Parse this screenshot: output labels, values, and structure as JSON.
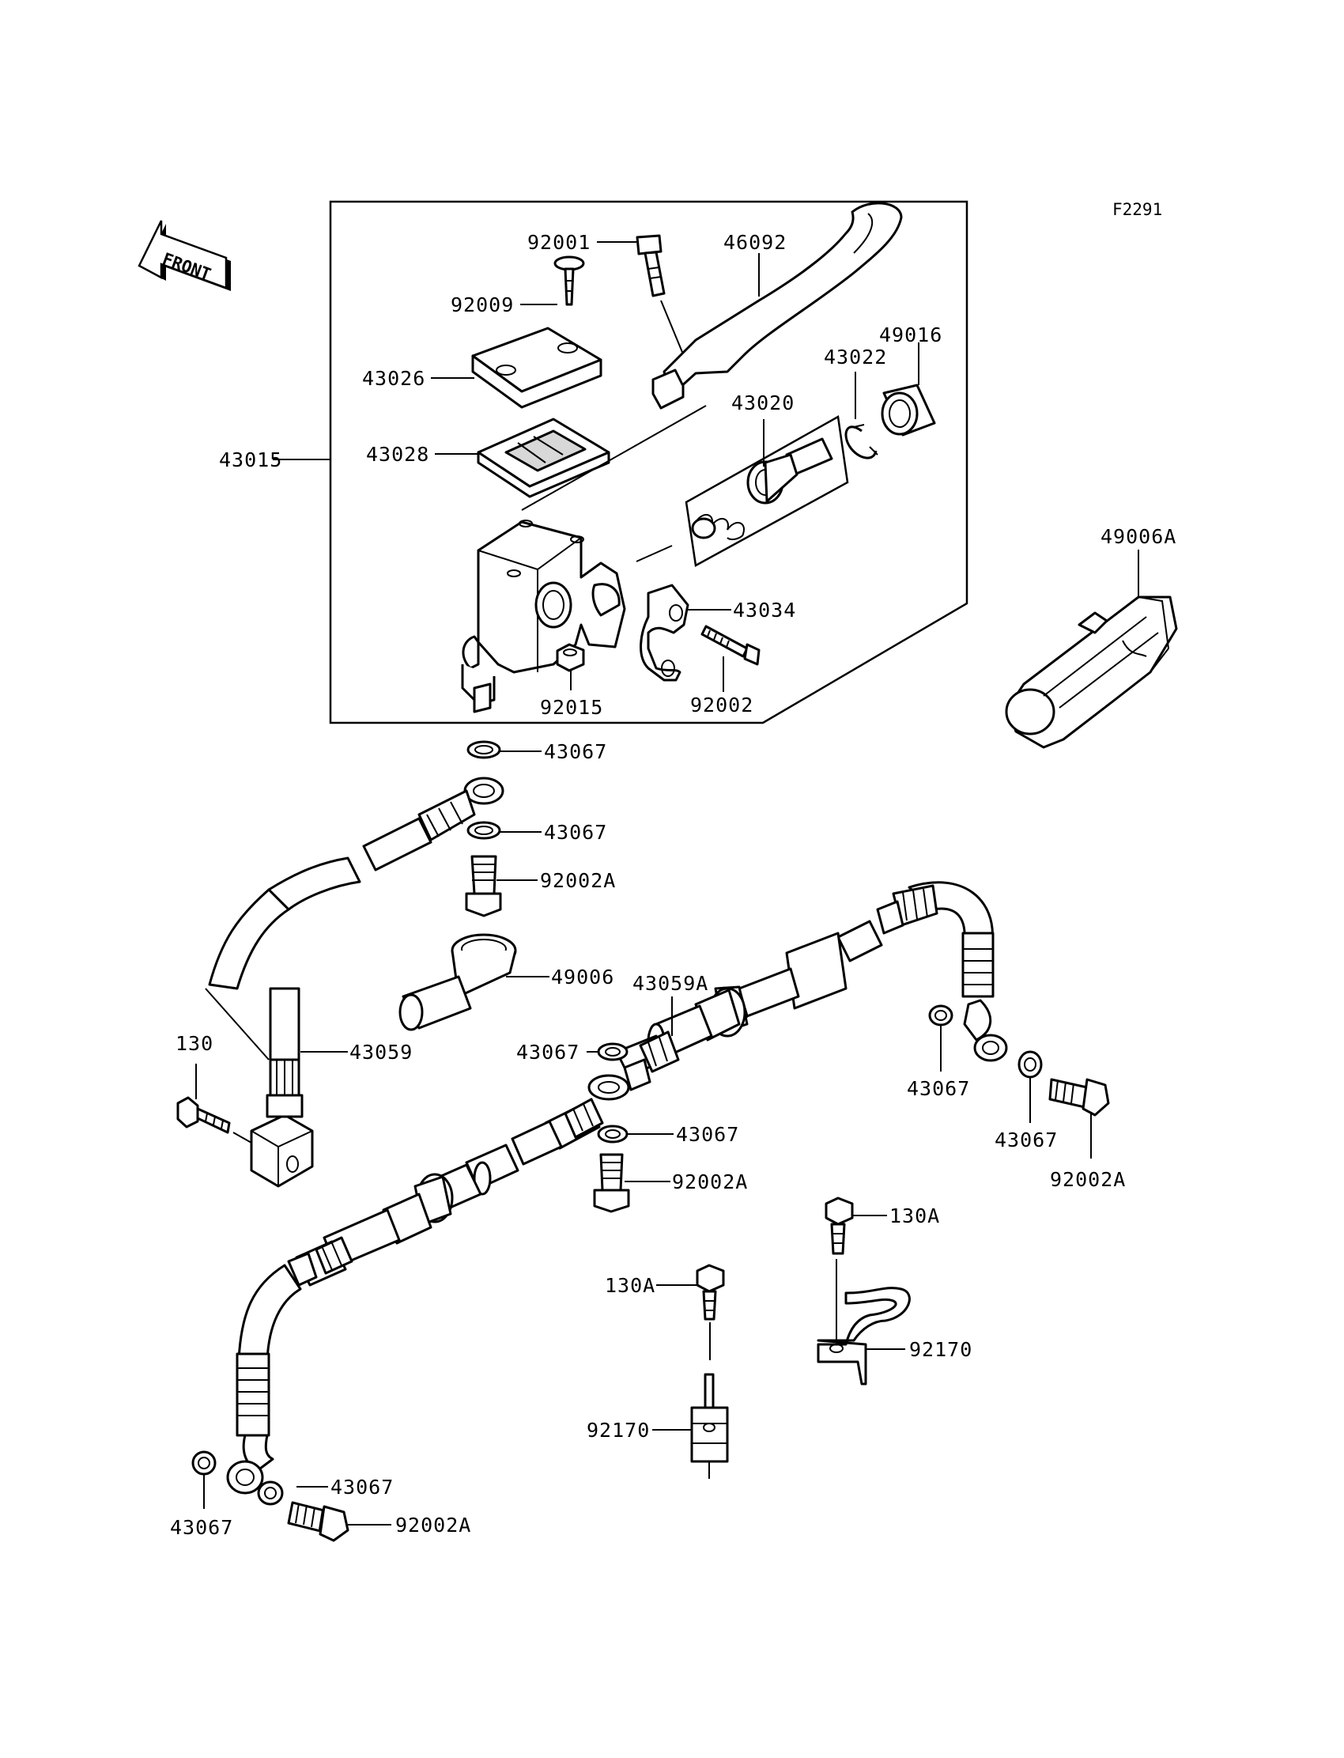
{
  "figure_code": "F2291",
  "front_label": "FRONT",
  "labels": {
    "p92001": "92001",
    "p46092": "46092",
    "p92009": "92009",
    "p49016": "49016",
    "p43022": "43022",
    "p43026": "43026",
    "p43020": "43020",
    "p43015": "43015",
    "p43028": "43028",
    "p49006A": "49006A",
    "p43034": "43034",
    "p92015": "92015",
    "p92002": "92002",
    "p43067_a": "43067",
    "p43067_b": "43067",
    "p92002A_a": "92002A",
    "p49006": "49006",
    "p43059A": "43059A",
    "p130": "130",
    "p43059": "43059",
    "p43067_c": "43067",
    "p43067_d": "43067",
    "p43067_e": "43067",
    "p43067_f": "43067",
    "p92002A_b": "92002A",
    "p92002A_c": "92002A",
    "p130A_a": "130A",
    "p130A_b": "130A",
    "p92170_a": "92170",
    "p92170_b": "92170",
    "p43067_g": "43067",
    "p43067_h": "43067",
    "p92002A_d": "92002A"
  }
}
